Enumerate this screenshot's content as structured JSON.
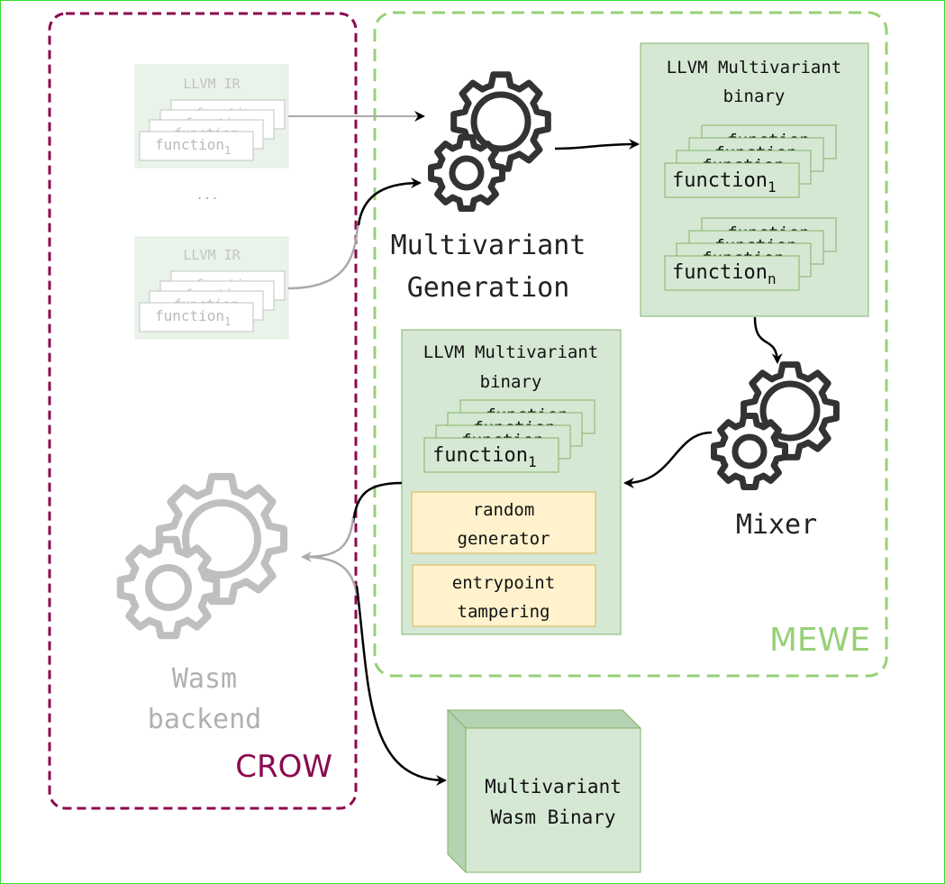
{
  "regions": {
    "crow": {
      "label": "CROW",
      "color": "#8b0a50"
    },
    "mewe": {
      "label": "MEWE",
      "color": "#97d077"
    }
  },
  "inputs": {
    "top": {
      "title": "LLVM IR",
      "fn_back": "function",
      "fn_front": "function",
      "fn_front_sub": "1"
    },
    "ellipsis": "...",
    "bottom": {
      "title": "LLVM IR",
      "fn_back": "function",
      "fn_front": "function",
      "fn_front_sub": "1"
    }
  },
  "generation": {
    "line1": "Multivariant",
    "line2": "Generation"
  },
  "binary_top": {
    "line1": "LLVM Multivariant",
    "line2": "binary",
    "stack1": {
      "fn_back": "function",
      "fn_front": "function",
      "fn_front_sub": "1"
    },
    "stack2": {
      "fn_back": "function",
      "fn_front": "function",
      "fn_front_sub": "n"
    }
  },
  "mixer": {
    "label": "Mixer"
  },
  "binary_mid": {
    "line1": "LLVM Multivariant",
    "line2": "binary",
    "stack": {
      "fn_back": "function",
      "fn_front": "function",
      "fn_front_sub": "1"
    },
    "random": {
      "line1": "random",
      "line2": "generator"
    },
    "entry": {
      "line1": "entrypoint",
      "line2": "tampering"
    }
  },
  "backend": {
    "line1": "Wasm",
    "line2": "backend"
  },
  "output": {
    "line1": "Multivariant",
    "line2": "Wasm Binary"
  },
  "colors": {
    "green_fill": "#d5e8d4",
    "green_stroke": "#82b366",
    "yellow_fill": "#fff2cc",
    "yellow_stroke": "#d6b656",
    "gear_dark": "#333333",
    "gear_grey": "#bfbfbf"
  }
}
